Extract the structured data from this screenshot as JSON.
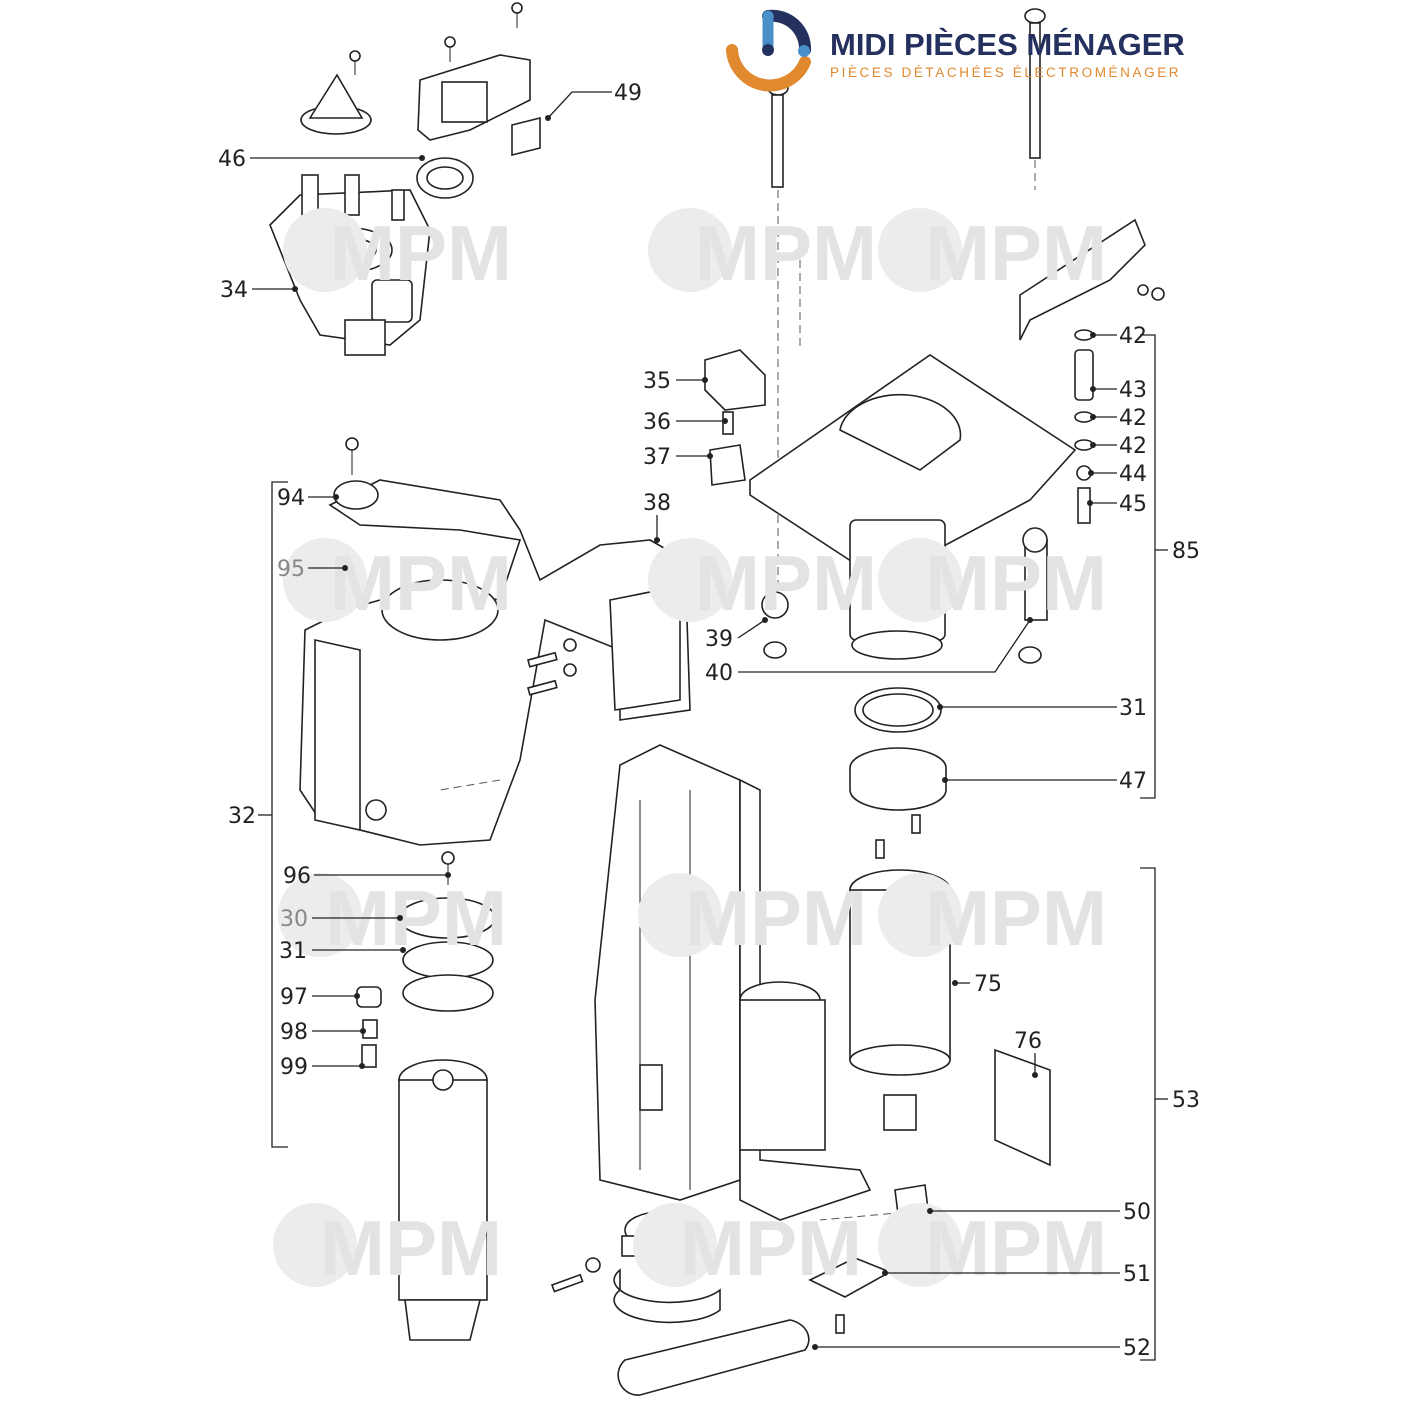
{
  "logo": {
    "title": "MIDI PIÈCES MÉNAGER",
    "subtitle": "PIÈCES DÉTACHÉES ÉLECTROMÉNAGER",
    "colors": {
      "navy": "#24305e",
      "orange": "#e0892f",
      "blue": "#4a90c8"
    }
  },
  "watermark": "MPM",
  "callouts": [
    "49",
    "46",
    "34",
    "35",
    "36",
    "37",
    "38",
    "42",
    "43",
    "42",
    "42",
    "44",
    "45",
    "85",
    "94",
    "95",
    "39",
    "40",
    "31",
    "47",
    "32",
    "96",
    "30",
    "31",
    "97",
    "98",
    "99",
    "75",
    "76",
    "53",
    "50",
    "51",
    "52"
  ]
}
